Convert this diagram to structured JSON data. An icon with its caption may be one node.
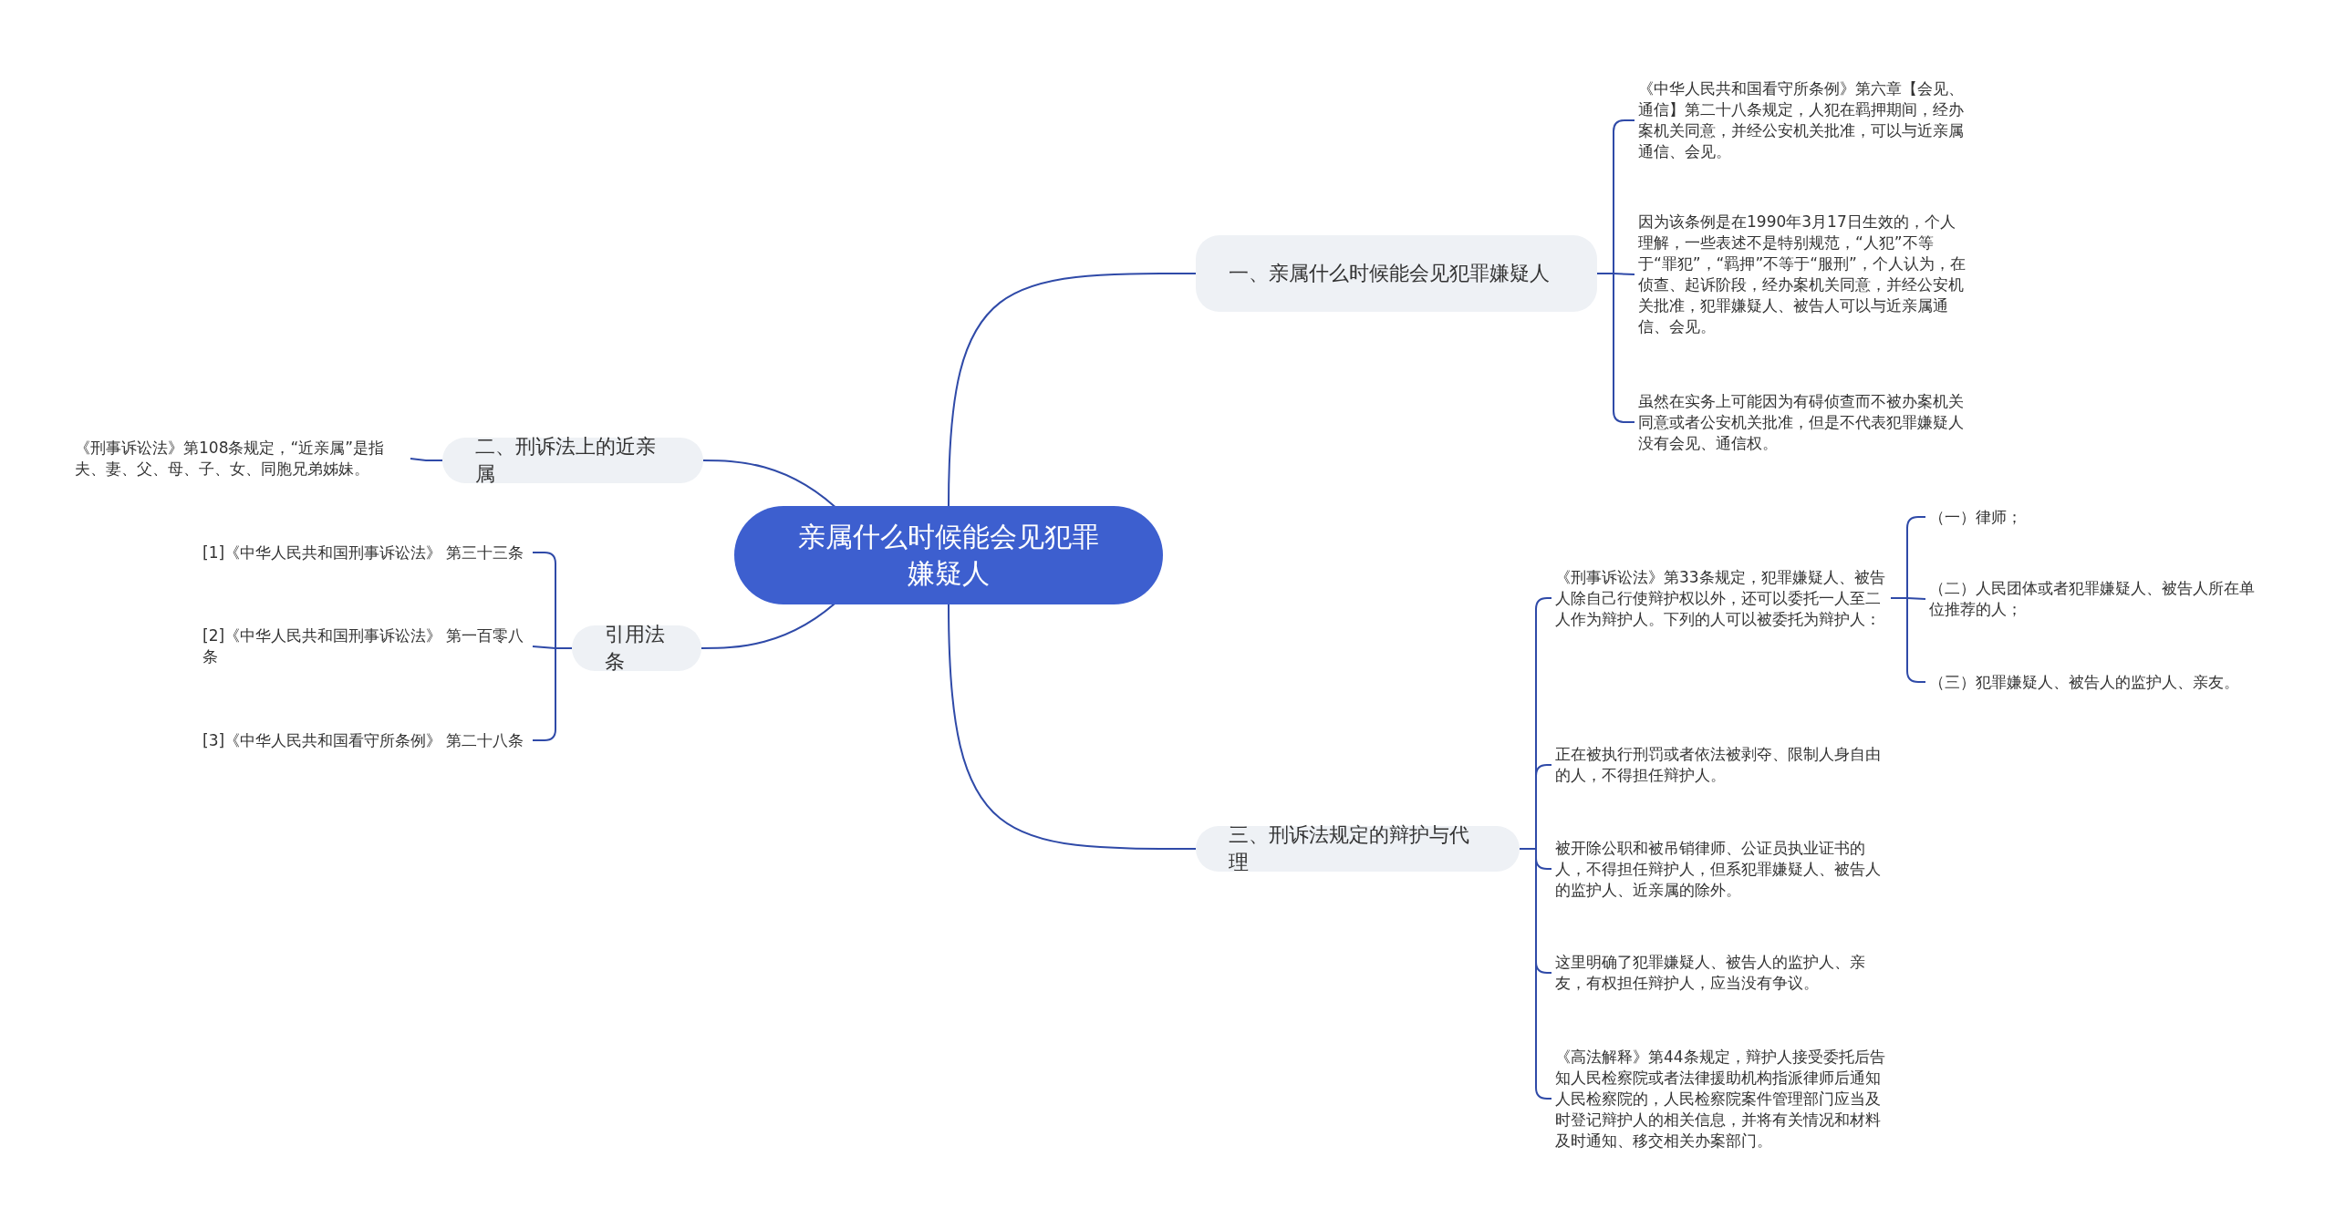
{
  "diagram": {
    "nodes": [
      {
        "text": [
          "亲属什么时候能会见犯罪嫌疑人"
        ]
      },
      {
        "text": [
          "一、亲属什么时候能会见犯罪嫌疑人"
        ]
      },
      {
        "text": [
          "《中华人民共和国看守所条例》第六章【会见、通信】第二十八条规定，人犯在羁押期间，经办案机关同意，并经公安机关批准，可以与近亲属通信、会见。"
        ]
      },
      {
        "text": [
          "因为该条例是在1990年3月17日生效的，个人理解，一些表述不是特别规范，“人犯”不等于“罪犯”，“羁押”不等于“服刑”，个人认为，在侦查、起诉阶段，经办案机关同意，并经公安机关批准，犯罪嫌疑人、被告人可以与近亲属通信、会见。"
        ]
      },
      {
        "text": [
          "虽然在实务上可能因为有碍侦查而不被办案机关同意或者公安机关批准，但是不代表犯罪嫌疑人没有会见、通信权。"
        ]
      },
      {
        "text": [
          "二、刑诉法上的近亲属"
        ]
      },
      {
        "text": [
          "《刑事诉讼法》第108条规定，“近亲属”是指夫、妻、父、母、子、女、同胞兄弟姊妹。"
        ]
      },
      {
        "text": [
          "引用法条"
        ]
      },
      {
        "text": [
          "[1]《中华人民共和国刑事诉讼法》 第三十三条"
        ]
      },
      {
        "text": [
          "[2]《中华人民共和国刑事诉讼法》 第一百零八条"
        ]
      },
      {
        "text": [
          "[3]《中华人民共和国看守所条例》 第二十八条"
        ]
      },
      {
        "text": [
          "三、刑诉法规定的辩护与代理"
        ]
      },
      {
        "text": [
          "《刑事诉讼法》第33条规定，犯罪嫌疑人、被告人除自己行使辩护权以外，还可以委托一人至二人作为辩护人。下列的人可以被委托为辩护人："
        ]
      },
      {
        "text": [
          "（一）律师；"
        ]
      },
      {
        "text": [
          "（二）人民团体或者犯罪嫌疑人、被告人所在单位推荐的人；"
        ]
      },
      {
        "text": [
          "（三）犯罪嫌疑人、被告人的监护人、亲友。"
        ]
      },
      {
        "text": [
          "正在被执行刑罚或者依法被剥夺、限制人身自由的人，不得担任辩护人。"
        ]
      },
      {
        "text": [
          "被开除公职和被吊销律师、公证员执业证书的人，不得担任辩护人，但系犯罪嫌疑人、被告人的监护人、近亲属的除外。"
        ]
      },
      {
        "text": [
          "这里明确了犯罪嫌疑人、被告人的监护人、亲友，有权担任辩护人，应当没有争议。"
        ]
      },
      {
        "text": [
          "《高法解释》第44条规定，辩护人接受委托后告知人民检察院或者法律援助机构指派律师后通知人民检察院的，人民检察院案件管理部门应当及时登记辩护人的相关信息，并将有关情况和材料及时通知、移交相关办案部门。"
        ]
      }
    ],
    "edges": [
      {
        "from": 0,
        "to": 1,
        "arrow": "none"
      },
      {
        "from": 1,
        "to": 2,
        "arrow": "none"
      },
      {
        "from": 1,
        "to": 3,
        "arrow": "none"
      },
      {
        "from": 1,
        "to": 4,
        "arrow": "none"
      },
      {
        "from": 0,
        "to": 5,
        "arrow": "none"
      },
      {
        "from": 5,
        "to": 6,
        "arrow": "none"
      },
      {
        "from": 0,
        "to": 7,
        "arrow": "none"
      },
      {
        "from": 7,
        "to": 8,
        "arrow": "none"
      },
      {
        "from": 7,
        "to": 9,
        "arrow": "none"
      },
      {
        "from": 7,
        "to": 10,
        "arrow": "none"
      },
      {
        "from": 0,
        "to": 11,
        "arrow": "none"
      },
      {
        "from": 11,
        "to": 12,
        "arrow": "none"
      },
      {
        "from": 12,
        "to": 13,
        "arrow": "none"
      },
      {
        "from": 12,
        "to": 14,
        "arrow": "none"
      },
      {
        "from": 12,
        "to": 15,
        "arrow": "none"
      },
      {
        "from": 11,
        "to": 16,
        "arrow": "none"
      },
      {
        "from": 11,
        "to": 17,
        "arrow": "none"
      },
      {
        "from": 11,
        "to": 18,
        "arrow": "none"
      },
      {
        "from": 11,
        "to": 19,
        "arrow": "none"
      }
    ]
  }
}
